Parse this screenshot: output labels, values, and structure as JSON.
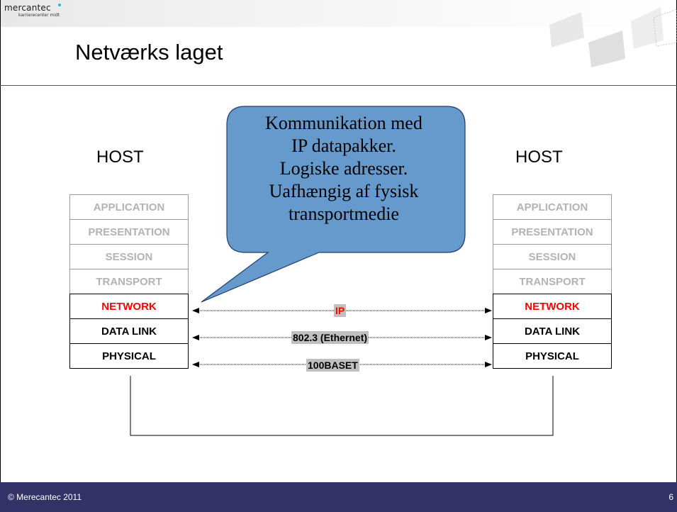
{
  "header": {
    "logo_text": "mercantec",
    "logo_subtext": "karrierecenter midt",
    "title": "Netværks laget"
  },
  "callout": {
    "lines": [
      "Kommunikation med",
      "IP datapakker.",
      "Logiske adresser.",
      "Uafhængig af fysisk",
      "transportmedie"
    ]
  },
  "hosts": {
    "left_label": "HOST",
    "right_label": "HOST",
    "layers": [
      "APPLICATION",
      "PRESENTATION",
      "SESSION",
      "TRANSPORT",
      "NETWORK",
      "DATA LINK",
      "PHYSICAL"
    ]
  },
  "links": {
    "network": "IP",
    "data_link": "802.3 (Ethernet)",
    "physical": "100BASET"
  },
  "footer": {
    "copyright": "© Merecantec 2011",
    "page_number": "6"
  },
  "colors": {
    "footer_bg": "#323266",
    "network_text": "#ff0000",
    "inactive_layer_text": "#b3b3b3",
    "callout_fill": "#6699cc"
  }
}
